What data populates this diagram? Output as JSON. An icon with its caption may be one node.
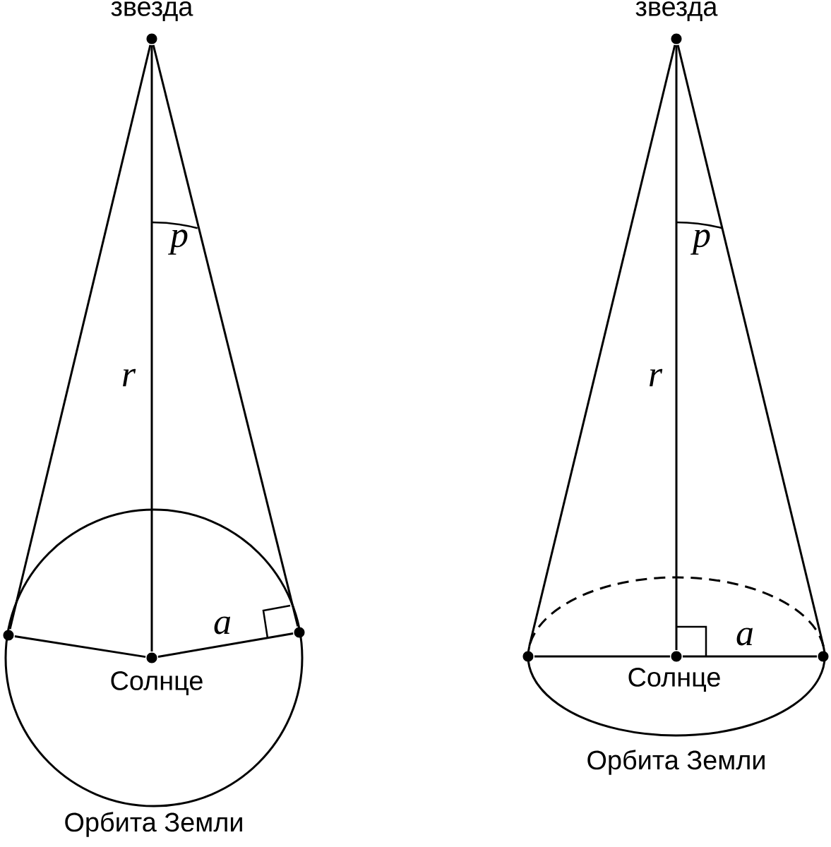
{
  "diagram": {
    "nodes": [
      {
        "text": [],
        "shape": "circle",
        "beside": [
          "звезда"
        ]
      },
      {
        "text": [],
        "shape": "circle",
        "beside": [
          "Орбита Земли"
        ]
      },
      {
        "text": [],
        "shape": "circle",
        "beside": [
          "Солнце"
        ],
        "in": 1
      },
      {
        "text": [],
        "shape": "circle"
      },
      {
        "text": [],
        "shape": "circle"
      },
      {
        "text": [],
        "shape": "circle",
        "beside": [
          "звезда"
        ]
      },
      {
        "text": [],
        "shape": "ellipse",
        "beside": [
          "Орбита Земли"
        ]
      },
      {
        "text": [],
        "shape": "circle",
        "beside": [
          "Солнце"
        ],
        "in": 6
      },
      {
        "text": [],
        "shape": "circle"
      },
      {
        "text": [],
        "shape": "circle"
      }
    ],
    "edges": [
      {
        "from": 0,
        "to": 3,
        "arrow": "none"
      },
      {
        "from": 0,
        "to": 4,
        "arrow": "none"
      },
      {
        "from": 0,
        "to": 2,
        "arrow": "none",
        "label": "r"
      },
      {
        "from": 2,
        "to": 3,
        "arrow": "none"
      },
      {
        "from": 2,
        "to": 4,
        "arrow": "none",
        "label": "a"
      },
      {
        "from": 5,
        "to": 6,
        "arrow": "none"
      },
      {
        "from": 5,
        "to": 6,
        "arrow": "none"
      },
      {
        "from": 5,
        "to": 7,
        "arrow": "none",
        "label": "r"
      },
      {
        "from": 7,
        "to": 8,
        "arrow": "none"
      },
      {
        "from": 7,
        "to": 9,
        "arrow": "none",
        "label": "a"
      }
    ],
    "labels": [
      "p",
      "p"
    ]
  }
}
